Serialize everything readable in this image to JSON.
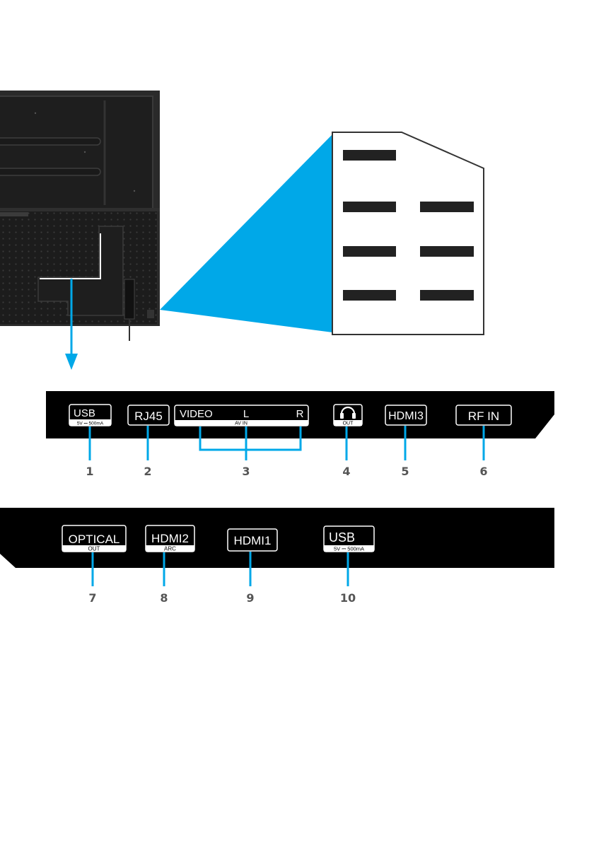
{
  "colors": {
    "accent_blue": "#00a8e8",
    "panel_black": "#000000",
    "tv_back": "#1e1e1e",
    "number_gray": "#555555"
  },
  "top_panel": {
    "ports": [
      {
        "id": "usb1",
        "label": "USB",
        "sublabel": "5V ⎓ 500mA",
        "number": "1"
      },
      {
        "id": "rj45",
        "label": "RJ45",
        "sublabel": "",
        "number": "2"
      },
      {
        "id": "avin",
        "labels": [
          "VIDEO",
          "L",
          "R"
        ],
        "sublabel": "AV IN",
        "number": "3"
      },
      {
        "id": "headphone",
        "icon": "headphone-icon",
        "sublabel": "OUT",
        "number": "4"
      },
      {
        "id": "hdmi3",
        "label": "HDMI3",
        "sublabel": "",
        "number": "5"
      },
      {
        "id": "rfin",
        "label": "RF IN",
        "sublabel": "",
        "number": "6"
      }
    ]
  },
  "bottom_panel": {
    "ports": [
      {
        "id": "optical",
        "label": "OPTICAL",
        "sublabel": "OUT",
        "number": "7"
      },
      {
        "id": "hdmi2",
        "label": "HDMI2",
        "sublabel": "ARC",
        "number": "8"
      },
      {
        "id": "hdmi1",
        "label": "HDMI1",
        "sublabel": "",
        "number": "9"
      },
      {
        "id": "usb2",
        "label": "USB",
        "sublabel": "5V ⎓ 500mA",
        "number": "10"
      }
    ]
  }
}
